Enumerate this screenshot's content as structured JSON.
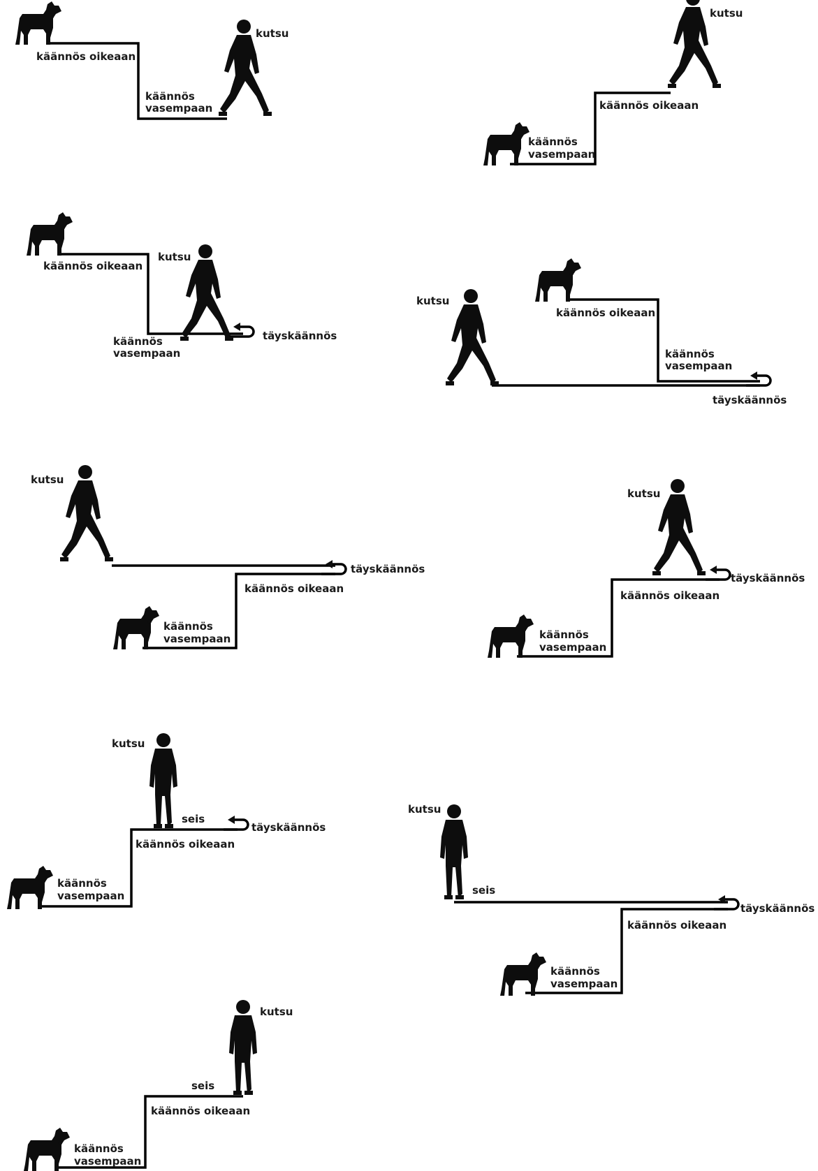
{
  "labels": {
    "call": "kutsu",
    "turn_right": "käännös oikeaan",
    "turn_left_1": "käännös",
    "turn_left_2": "vasempaan",
    "about_turn": "täyskäännös",
    "halt": "seis"
  },
  "colors": {
    "ink": "#000000",
    "background": "#ffffff"
  },
  "icons": [
    "dog-icon",
    "walking-person-icon",
    "standing-person-icon",
    "u-turn-arrow-icon"
  ]
}
